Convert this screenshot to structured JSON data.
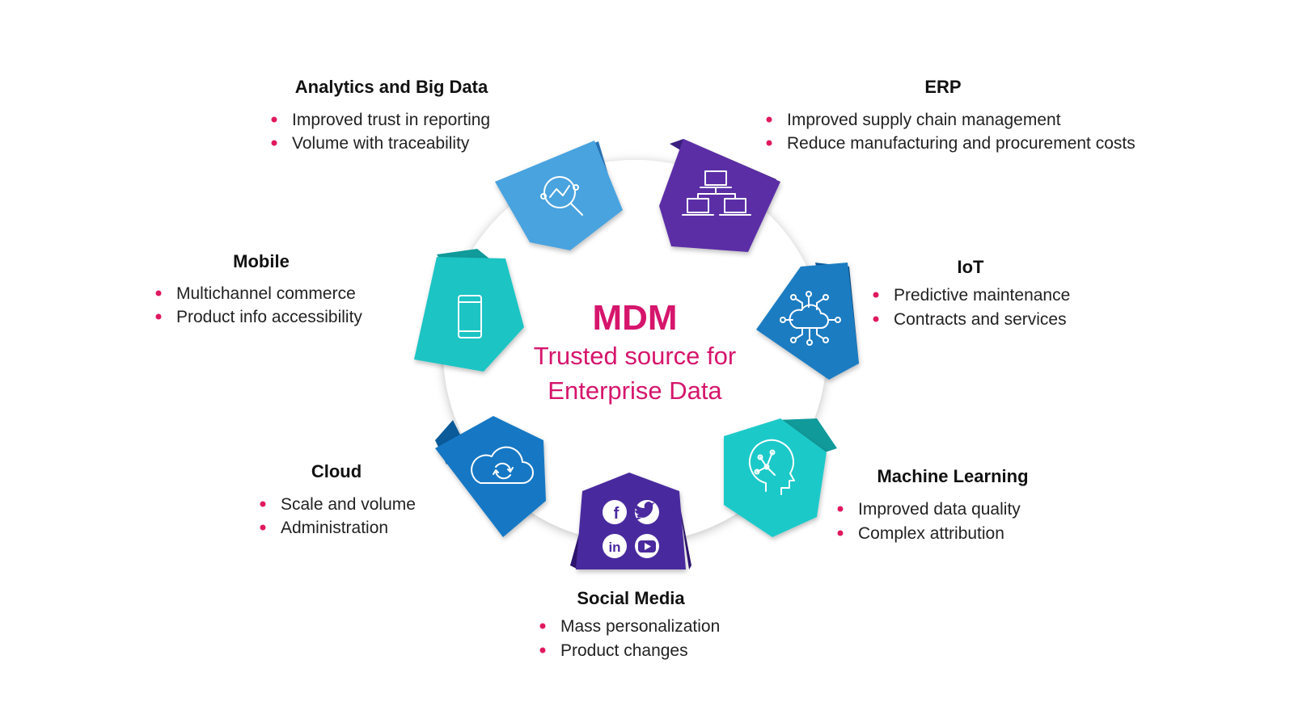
{
  "center": {
    "title": "MDM",
    "subtitle_line1": "Trusted source for",
    "subtitle_line2": "Enterprise Data"
  },
  "colors": {
    "accent": "#d6156c",
    "bullet": "#e0195f",
    "light_blue": "#4aa3df",
    "purple": "#5b2ea6",
    "mid_blue": "#1a7cc2",
    "teal": "#1fc9c9",
    "deep_purple": "#4a2a9e",
    "blue": "#1478c4"
  },
  "segments": [
    {
      "id": "analytics",
      "heading": "Analytics and Big Data",
      "bullets": [
        "Improved trust in reporting",
        "Volume with traceability"
      ],
      "icon": "magnifier-analytics-icon",
      "color": "#4aa3df"
    },
    {
      "id": "erp",
      "heading": "ERP",
      "bullets": [
        "Improved supply chain management",
        "Reduce manufacturing and procurement costs"
      ],
      "icon": "network-computers-icon",
      "color": "#5b2ea6"
    },
    {
      "id": "mobile",
      "heading": "Mobile",
      "bullets": [
        "Multichannel commerce",
        "Product info accessibility"
      ],
      "icon": "smartphone-icon",
      "color": "#1fc4c4"
    },
    {
      "id": "iot",
      "heading": "IoT",
      "bullets": [
        "Predictive maintenance",
        "Contracts and services"
      ],
      "icon": "cloud-network-icon",
      "color": "#1a7cc2"
    },
    {
      "id": "cloud",
      "heading": "Cloud",
      "bullets": [
        "Scale and volume",
        "Administration"
      ],
      "icon": "cloud-sync-icon",
      "color": "#1478c4"
    },
    {
      "id": "ml",
      "heading": "Machine Learning",
      "bullets": [
        "Improved data quality",
        "Complex attribution"
      ],
      "icon": "ai-head-icon",
      "color": "#1fc9c9"
    },
    {
      "id": "social",
      "heading": "Social Media",
      "bullets": [
        "Mass personalization",
        "Product changes"
      ],
      "icon": "social-media-icons",
      "color": "#4a2a9e"
    }
  ],
  "social_icons": {
    "facebook": "f",
    "twitter": "t",
    "linkedin": "in",
    "youtube": "youtube-play"
  }
}
